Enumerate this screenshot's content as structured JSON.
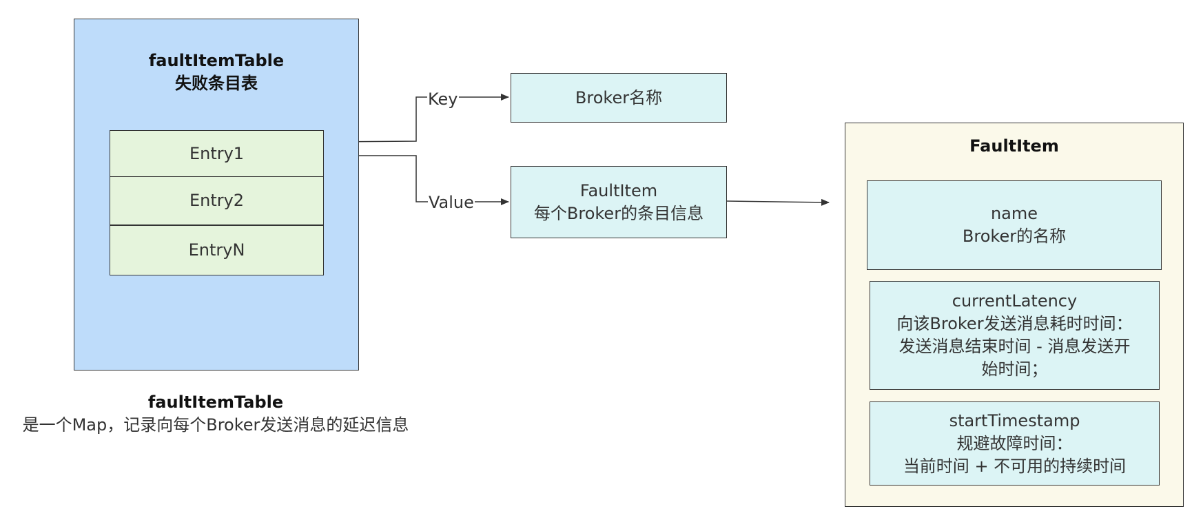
{
  "table": {
    "title_line1": "faultItemTable",
    "title_line2": "失败条目表",
    "entries": [
      "Entry1",
      "Entry2",
      "EntryN"
    ]
  },
  "caption": {
    "title": "faultItemTable",
    "description": "是一个Map，记录向每个Broker发送消息的延迟信息"
  },
  "edges": {
    "key_label": "Key",
    "value_label": "Value"
  },
  "key_box": {
    "text": "Broker名称"
  },
  "value_box": {
    "line1": "FaultItem",
    "line2": "每个Broker的条目信息"
  },
  "fault_item": {
    "title": "FaultItem",
    "fields": [
      {
        "name": "name",
        "lines": [
          "Broker的名称"
        ]
      },
      {
        "name": "currentLatency",
        "lines": [
          "向该Broker发送消息耗时时间：",
          "发送消息结束时间 - 消息发送开",
          "始时间；"
        ]
      },
      {
        "name": "startTimestamp",
        "lines": [
          "规避故障时间：",
          "当前时间 + 不可用的持续时间"
        ]
      }
    ]
  },
  "colors": {
    "table_fill": "#bedcfa",
    "entry_fill": "#e5f4dc",
    "info_fill": "#dcf4f5",
    "fault_fill": "#fbf9ea",
    "stroke": "#333333"
  }
}
